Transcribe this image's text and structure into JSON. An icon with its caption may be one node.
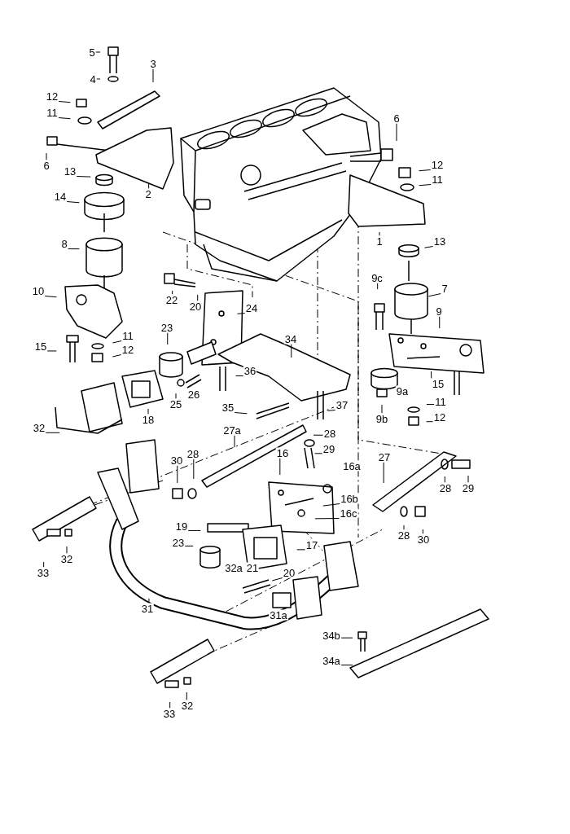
{
  "diagram": {
    "nodes": [
      {
        "text": [
          "5"
        ]
      },
      {
        "text": [
          "3"
        ]
      },
      {
        "text": [
          "4"
        ]
      },
      {
        "text": [
          "12"
        ]
      },
      {
        "text": [
          "11"
        ]
      },
      {
        "text": [
          "6"
        ]
      },
      {
        "text": [
          "6"
        ]
      },
      {
        "text": [
          "12"
        ]
      },
      {
        "text": [
          "13"
        ]
      },
      {
        "text": [
          "11"
        ]
      },
      {
        "text": [
          "2"
        ]
      },
      {
        "text": [
          "14"
        ]
      },
      {
        "text": [
          "1"
        ]
      },
      {
        "text": [
          "13"
        ]
      },
      {
        "text": [
          "8"
        ]
      },
      {
        "text": [
          "9c"
        ]
      },
      {
        "text": [
          "7"
        ]
      },
      {
        "text": [
          "10"
        ]
      },
      {
        "text": [
          "22"
        ]
      },
      {
        "text": [
          "20"
        ]
      },
      {
        "text": [
          "24"
        ]
      },
      {
        "text": [
          "9"
        ]
      },
      {
        "text": [
          "23"
        ]
      },
      {
        "text": [
          "11"
        ]
      },
      {
        "text": [
          "34"
        ]
      },
      {
        "text": [
          "15"
        ]
      },
      {
        "text": [
          "12"
        ]
      },
      {
        "text": [
          "36"
        ]
      },
      {
        "text": [
          "15"
        ]
      },
      {
        "text": [
          "11"
        ]
      },
      {
        "text": [
          "25"
        ]
      },
      {
        "text": [
          "35"
        ]
      },
      {
        "text": [
          "37"
        ]
      },
      {
        "text": [
          "9b"
        ]
      },
      {
        "text": [
          "18"
        ]
      },
      {
        "text": [
          "12"
        ]
      },
      {
        "text": [
          "32"
        ]
      },
      {
        "text": [
          "27a"
        ]
      },
      {
        "text": [
          "28"
        ]
      },
      {
        "text": [
          "29"
        ]
      },
      {
        "text": [
          "16"
        ]
      },
      {
        "text": [
          "28"
        ]
      },
      {
        "text": [
          "27"
        ]
      },
      {
        "text": [
          "30"
        ]
      },
      {
        "text": [
          "28"
        ]
      },
      {
        "text": [
          "29"
        ]
      },
      {
        "text": [
          "16b"
        ]
      },
      {
        "text": [
          "16c"
        ]
      },
      {
        "text": [
          "19"
        ]
      },
      {
        "text": [
          "28"
        ]
      },
      {
        "text": [
          "30"
        ]
      },
      {
        "text": [
          "23"
        ]
      },
      {
        "text": [
          "17"
        ]
      },
      {
        "text": [
          "32"
        ]
      },
      {
        "text": [
          "33"
        ]
      },
      {
        "text": [
          "20"
        ]
      },
      {
        "text": [
          "31"
        ]
      },
      {
        "text": [
          "34b"
        ]
      },
      {
        "text": [
          "34a"
        ]
      },
      {
        "text": [
          "32"
        ]
      },
      {
        "text": [
          "33"
        ]
      },
      {
        "text": [
          "9a"
        ]
      },
      {
        "text": [
          "26"
        ]
      },
      {
        "text": [
          "16a"
        ]
      },
      {
        "text": [
          "32a"
        ]
      },
      {
        "text": [
          "21"
        ]
      },
      {
        "text": [
          "31a"
        ]
      }
    ],
    "edges": [
      {
        "from": 0,
        "to": null,
        "arrow": "none"
      },
      {
        "from": 1,
        "to": null,
        "arrow": "none"
      },
      {
        "from": 2,
        "to": null,
        "arrow": "none"
      },
      {
        "from": 3,
        "to": null,
        "arrow": "none"
      },
      {
        "from": 4,
        "to": null,
        "arrow": "none"
      },
      {
        "from": 5,
        "to": null,
        "arrow": "none"
      },
      {
        "from": 6,
        "to": null,
        "arrow": "none"
      },
      {
        "from": 7,
        "to": null,
        "arrow": "none"
      },
      {
        "from": 8,
        "to": null,
        "arrow": "none"
      },
      {
        "from": 9,
        "to": null,
        "arrow": "none"
      },
      {
        "from": 10,
        "to": null,
        "arrow": "none"
      },
      {
        "from": 11,
        "to": null,
        "arrow": "none"
      },
      {
        "from": 12,
        "to": null,
        "arrow": "none"
      },
      {
        "from": 13,
        "to": null,
        "arrow": "none"
      },
      {
        "from": 14,
        "to": null,
        "arrow": "none"
      },
      {
        "from": 15,
        "to": null,
        "arrow": "none"
      },
      {
        "from": 16,
        "to": null,
        "arrow": "none"
      },
      {
        "from": 17,
        "to": null,
        "arrow": "none"
      },
      {
        "from": 18,
        "to": null,
        "arrow": "none"
      },
      {
        "from": 19,
        "to": null,
        "arrow": "none"
      },
      {
        "from": 20,
        "to": null,
        "arrow": "none"
      },
      {
        "from": 21,
        "to": null,
        "arrow": "none"
      },
      {
        "from": 22,
        "to": null,
        "arrow": "none"
      },
      {
        "from": 23,
        "to": null,
        "arrow": "none"
      },
      {
        "from": 24,
        "to": null,
        "arrow": "none"
      },
      {
        "from": 25,
        "to": null,
        "arrow": "none"
      },
      {
        "from": 26,
        "to": null,
        "arrow": "none"
      },
      {
        "from": 27,
        "to": null,
        "arrow": "none"
      },
      {
        "from": 28,
        "to": null,
        "arrow": "none"
      },
      {
        "from": 29,
        "to": null,
        "arrow": "none"
      },
      {
        "from": 30,
        "to": null,
        "arrow": "none"
      },
      {
        "from": 31,
        "to": null,
        "arrow": "none"
      },
      {
        "from": 32,
        "to": null,
        "arrow": "none"
      },
      {
        "from": 33,
        "to": null,
        "arrow": "none"
      },
      {
        "from": 34,
        "to": null,
        "arrow": "none"
      },
      {
        "from": 35,
        "to": null,
        "arrow": "none"
      },
      {
        "from": 36,
        "to": null,
        "arrow": "none"
      },
      {
        "from": 37,
        "to": null,
        "arrow": "none"
      },
      {
        "from": 38,
        "to": null,
        "arrow": "none"
      },
      {
        "from": 39,
        "to": null,
        "arrow": "none"
      },
      {
        "from": 40,
        "to": null,
        "arrow": "none"
      },
      {
        "from": 41,
        "to": null,
        "arrow": "none"
      },
      {
        "from": 42,
        "to": null,
        "arrow": "none"
      },
      {
        "from": 43,
        "to": null,
        "arrow": "none"
      },
      {
        "from": 44,
        "to": null,
        "arrow": "none"
      },
      {
        "from": 45,
        "to": null,
        "arrow": "none"
      },
      {
        "from": 46,
        "to": null,
        "arrow": "none"
      },
      {
        "from": 47,
        "to": null,
        "arrow": "none"
      },
      {
        "from": 48,
        "to": null,
        "arrow": "none"
      },
      {
        "from": 49,
        "to": null,
        "arrow": "none"
      },
      {
        "from": 50,
        "to": null,
        "arrow": "none"
      },
      {
        "from": 51,
        "to": null,
        "arrow": "none"
      },
      {
        "from": 52,
        "to": null,
        "arrow": "none"
      },
      {
        "from": 53,
        "to": null,
        "arrow": "none"
      },
      {
        "from": 54,
        "to": null,
        "arrow": "none"
      },
      {
        "from": 55,
        "to": null,
        "arrow": "none"
      },
      {
        "from": 56,
        "to": null,
        "arrow": "none"
      },
      {
        "from": 57,
        "to": null,
        "arrow": "none"
      },
      {
        "from": 58,
        "to": null,
        "arrow": "none"
      },
      {
        "from": 59,
        "to": null,
        "arrow": "none"
      },
      {
        "from": 60,
        "to": null,
        "arrow": "none"
      }
    ]
  }
}
